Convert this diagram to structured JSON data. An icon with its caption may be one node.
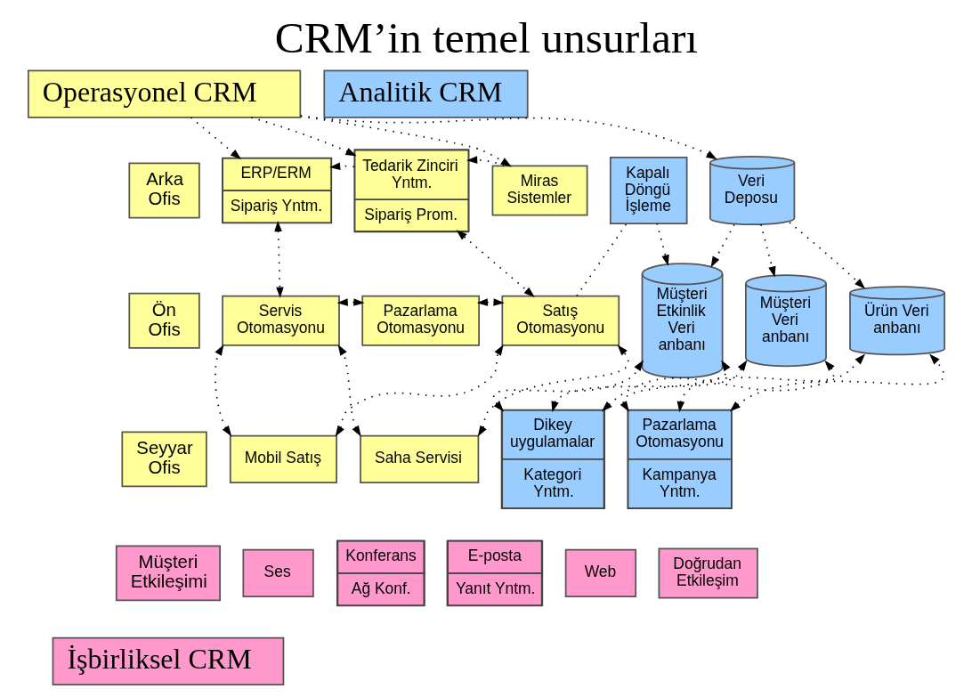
{
  "diagram": {
    "title": "CRM’in temel unsurları",
    "nodes": [
      {
        "text": [
          "Operasyonel CRM"
        ]
      },
      {
        "text": [
          "Analitik CRM"
        ]
      },
      {
        "text": [
          "Arka Ofis"
        ]
      },
      {
        "text": [
          "ERP/ERM",
          "Sipariş Yntm."
        ]
      },
      {
        "text": [
          "Tedarik Zinciri Yntm.",
          "Sipariş Prom."
        ]
      },
      {
        "text": [
          "Miras Sistemler"
        ]
      },
      {
        "text": [
          "Kapalı Döngü İşleme"
        ]
      },
      {
        "text": [
          "Veri Deposu"
        ]
      },
      {
        "text": [
          "Ön Ofis"
        ]
      },
      {
        "text": [
          "Servis Otomasyonu"
        ]
      },
      {
        "text": [
          "Pazarlama Otomasyonu"
        ]
      },
      {
        "text": [
          "Satış Otomasyonu"
        ]
      },
      {
        "text": [
          "Müşteri Etkinlik Veri anbanı"
        ]
      },
      {
        "text": [
          "Müşteri Veri anbanı"
        ]
      },
      {
        "text": [
          "Ürün Veri anbanı"
        ]
      },
      {
        "text": [
          "Seyyar Ofis"
        ]
      },
      {
        "text": [
          "Mobil Satış"
        ]
      },
      {
        "text": [
          "Saha Servisi"
        ]
      },
      {
        "text": [
          "Dikey uygulamalar",
          "Kategori Yntm."
        ]
      },
      {
        "text": [
          "Pazarlama Otomasyonu",
          "Kampanya Yntm."
        ]
      },
      {
        "text": [
          "Müşteri Etkileşimi"
        ]
      },
      {
        "text": [
          "Ses"
        ]
      },
      {
        "text": [
          "Konferans",
          "Ağ Konf."
        ]
      },
      {
        "text": [
          "E-posta",
          "Yanıt Yntm."
        ]
      },
      {
        "text": [
          "Web"
        ]
      },
      {
        "text": [
          "Doğrudan Etkileşim"
        ]
      },
      {
        "text": [
          "İşbirliksel CRM"
        ]
      }
    ],
    "edges": [
      {
        "from": 0,
        "to": 3,
        "arrow": "to",
        "style": "dashed"
      },
      {
        "from": 0,
        "to": 4,
        "arrow": "to",
        "style": "dashed"
      },
      {
        "from": 0,
        "to": 5,
        "arrow": "to",
        "style": "dashed"
      },
      {
        "from": 4,
        "to": 3,
        "arrow": "to",
        "style": "dashed"
      },
      {
        "from": 5,
        "to": 4,
        "arrow": "to",
        "style": "dashed"
      },
      {
        "from": 3,
        "to": 9,
        "arrow": "both",
        "style": "dashed"
      },
      {
        "from": 4,
        "to": 11,
        "arrow": "both",
        "style": "dashed"
      },
      {
        "from": 10,
        "to": 9,
        "arrow": "both",
        "style": "dashed"
      },
      {
        "from": 10,
        "to": 11,
        "arrow": "both",
        "style": "dashed"
      },
      {
        "from": 16,
        "to": 9,
        "arrow": "both",
        "style": "dashed"
      },
      {
        "from": 16,
        "to": 11,
        "arrow": "both",
        "style": "dashed"
      },
      {
        "from": 17,
        "to": 9,
        "arrow": "both",
        "style": "dashed"
      },
      {
        "from": 17,
        "to": 11,
        "arrow": "both",
        "style": "dashed"
      },
      {
        "from": 0,
        "to": 7,
        "arrow": "to",
        "style": "dashed"
      },
      {
        "from": 11,
        "to": 6,
        "arrow": "none",
        "style": "dashed"
      },
      {
        "from": 6,
        "to": 12,
        "arrow": "to",
        "style": "dashed"
      },
      {
        "from": 7,
        "to": 12,
        "arrow": "to",
        "style": "dashed"
      },
      {
        "from": 7,
        "to": 13,
        "arrow": "to",
        "style": "dashed"
      },
      {
        "from": 7,
        "to": 14,
        "arrow": "to",
        "style": "dashed"
      },
      {
        "from": 18,
        "to": 12,
        "arrow": "both",
        "style": "dashed"
      },
      {
        "from": 18,
        "to": 13,
        "arrow": "both",
        "style": "dashed"
      },
      {
        "from": 18,
        "to": 14,
        "arrow": "both",
        "style": "dashed"
      },
      {
        "from": 19,
        "to": 12,
        "arrow": "both",
        "style": "dashed"
      },
      {
        "from": 19,
        "to": 13,
        "arrow": "both",
        "style": "dashed"
      },
      {
        "from": 19,
        "to": 14,
        "arrow": "both",
        "style": "dashed"
      }
    ]
  }
}
